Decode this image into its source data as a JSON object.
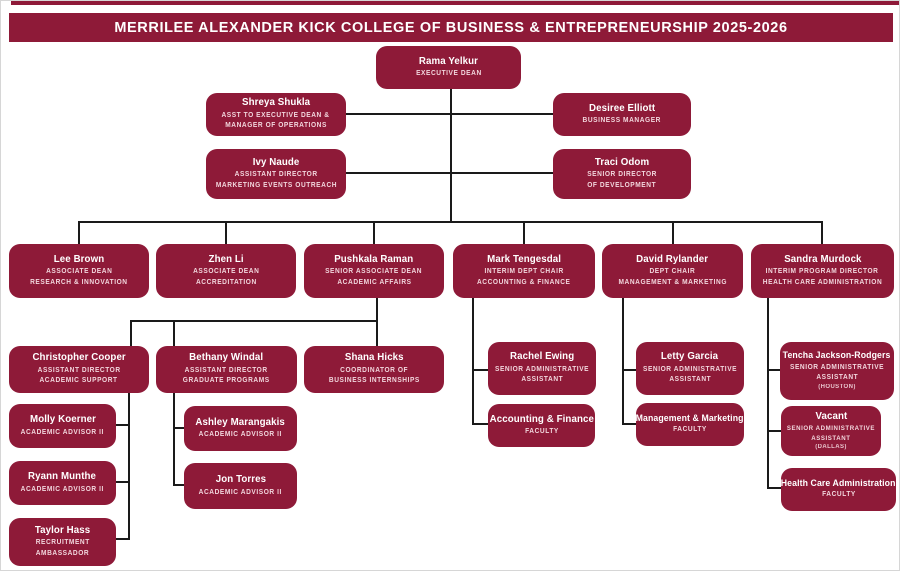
{
  "header": {
    "title": "MERRILEE ALEXANDER KICK COLLEGE OF BUSINESS & ENTREPRENEURSHIP 2025-2026"
  },
  "colors": {
    "maroon": "#8E1A38",
    "role": "#F2D6DD",
    "line": "#1A1A1A",
    "page": "#FFFFFF"
  },
  "nodes": {
    "rama": {
      "name": "Rama Yelkur",
      "line1": "EXECUTIVE DEAN"
    },
    "shreya": {
      "name": "Shreya Shukla",
      "line1": "ASST TO EXECUTIVE DEAN &",
      "line2": "MANAGER OF OPERATIONS"
    },
    "desiree": {
      "name": "Desiree Elliott",
      "line1": "BUSINESS MANAGER"
    },
    "ivy": {
      "name": "Ivy Naude",
      "line1": "ASSISTANT DIRECTOR",
      "line2": "MARKETING EVENTS OUTREACH"
    },
    "traci": {
      "name": "Traci Odom",
      "line1": "SENIOR DIRECTOR",
      "line2": "OF DEVELOPMENT"
    },
    "lee": {
      "name": "Lee Brown",
      "line1": "ASSOCIATE DEAN",
      "line2": "RESEARCH & INNOVATION"
    },
    "zhen": {
      "name": "Zhen Li",
      "line1": "ASSOCIATE DEAN",
      "line2": "ACCREDITATION"
    },
    "pushkala": {
      "name": "Pushkala Raman",
      "line1": "SENIOR ASSOCIATE DEAN",
      "line2": "ACADEMIC AFFAIRS"
    },
    "mark": {
      "name": "Mark Tengesdal",
      "line1": "INTERIM DEPT CHAIR",
      "line2": "ACCOUNTING & FINANCE"
    },
    "david": {
      "name": "David Rylander",
      "line1": "DEPT CHAIR",
      "line2": "MANAGEMENT & MARKETING"
    },
    "sandra": {
      "name": "Sandra Murdock",
      "line1": "INTERIM PROGRAM DIRECTOR",
      "line2": "HEALTH CARE ADMINISTRATION"
    },
    "christopher": {
      "name": "Christopher Cooper",
      "line1": "ASSISTANT DIRECTOR",
      "line2": "ACADEMIC SUPPORT"
    },
    "bethany": {
      "name": "Bethany Windal",
      "line1": "ASSISTANT DIRECTOR",
      "line2": "GRADUATE PROGRAMS"
    },
    "shana": {
      "name": "Shana Hicks",
      "line1": "COORDINATOR OF",
      "line2": "BUSINESS INTERNSHIPS"
    },
    "rachel": {
      "name": "Rachel Ewing",
      "line1": "SENIOR ADMINISTRATIVE",
      "line2": "ASSISTANT"
    },
    "letty": {
      "name": "Letty Garcia",
      "line1": "SENIOR ADMINISTRATIVE",
      "line2": "ASSISTANT"
    },
    "tencha": {
      "name": "Tencha Jackson-Rodgers",
      "line1": "SENIOR ADMINISTRATIVE",
      "line2": "ASSISTANT",
      "note": "(HOUSTON)"
    },
    "molly": {
      "name": "Molly Koerner",
      "line1": "ACADEMIC ADVISOR II"
    },
    "ashley": {
      "name": "Ashley Marangakis",
      "line1": "ACADEMIC ADVISOR II"
    },
    "acctfin": {
      "name": "Accounting & Finance",
      "line1": "FACULTY"
    },
    "mgmtmkt": {
      "name": "Management & Marketing",
      "line1": "FACULTY"
    },
    "vacant": {
      "name": "Vacant",
      "line1": "SENIOR ADMINISTRATIVE",
      "line2": "ASSISTANT",
      "note": "(DALLAS)"
    },
    "ryann": {
      "name": "Ryann Munthe",
      "line1": "ACADEMIC ADVISOR II"
    },
    "jon": {
      "name": "Jon Torres",
      "line1": "ACADEMIC ADVISOR II"
    },
    "hca": {
      "name": "Health Care Administration",
      "line1": "FACULTY"
    },
    "taylor": {
      "name": "Taylor Hass",
      "line1": "RECRUITMENT",
      "line2": "AMBASSADOR"
    }
  }
}
